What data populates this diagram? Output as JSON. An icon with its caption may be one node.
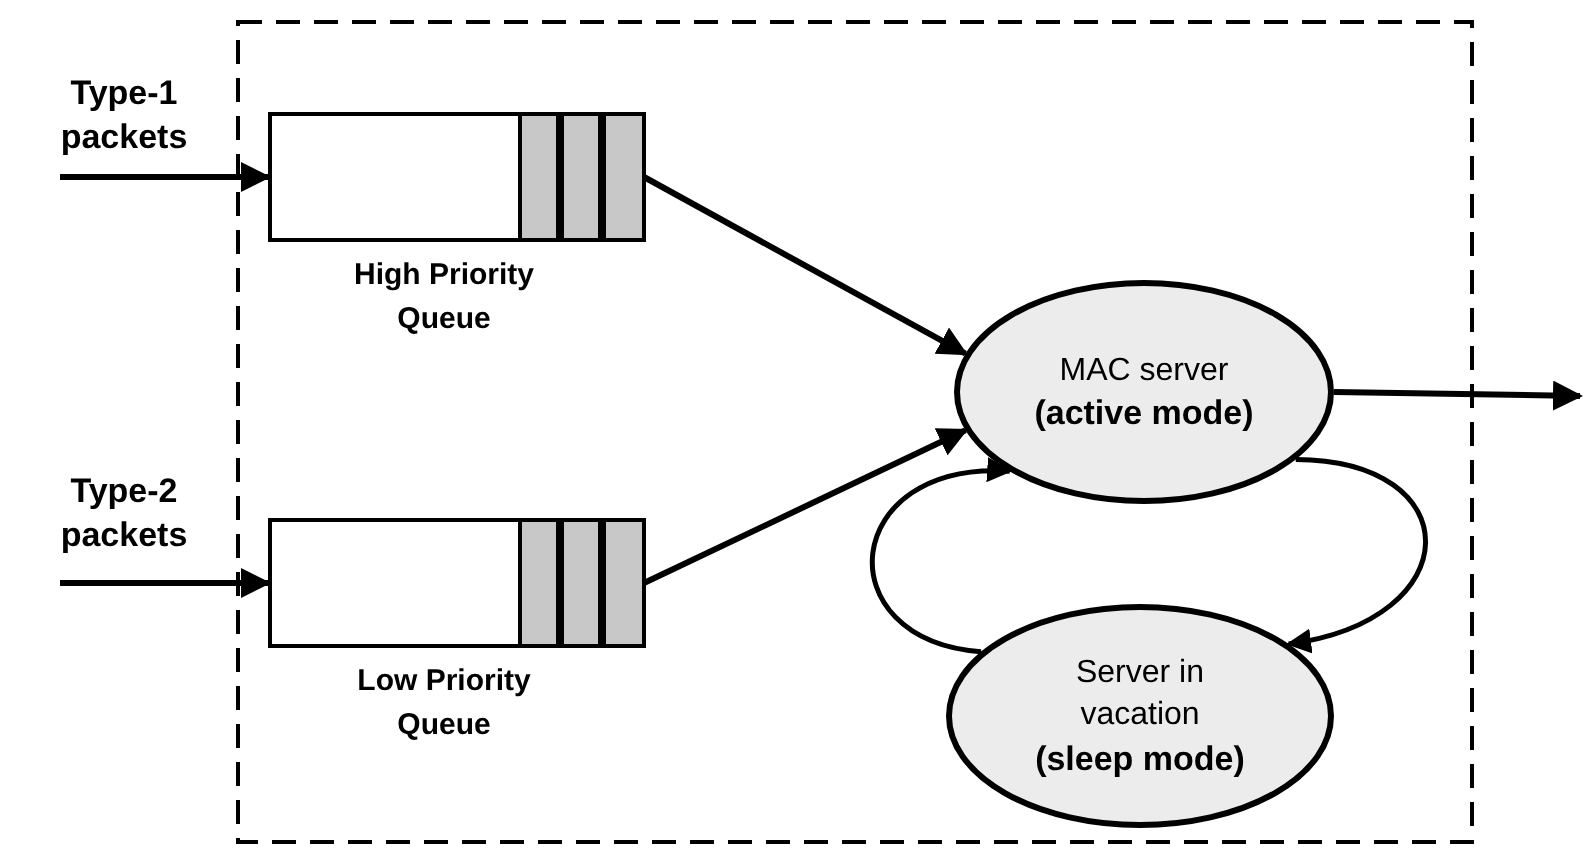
{
  "diagram": {
    "nodes": [
      {
        "text": [],
        "shape": "box"
      },
      {
        "text": [
          "Type-1 packets"
        ]
      },
      {
        "text": [
          "High Priority Queue"
        ],
        "in": 0
      },
      {
        "text": [
          "Type-2 packets"
        ]
      },
      {
        "text": [
          "Low Priority Queue"
        ],
        "in": 0
      },
      {
        "text": [
          "MAC server **(active mode)**"
        ],
        "in": 0
      },
      {
        "text": [
          "Server in vacation **(sleep mode)**"
        ],
        "in": 0
      }
    ],
    "edges": [
      {
        "from": 1,
        "to": 2,
        "arrow": "to"
      },
      {
        "from": 3,
        "to": 4,
        "arrow": "to"
      },
      {
        "from": 2,
        "to": 5,
        "arrow": "to"
      },
      {
        "from": 4,
        "to": 5,
        "arrow": "to"
      },
      {
        "from": 5,
        "to": null,
        "arrow": "to"
      },
      {
        "from": 5,
        "to": 6,
        "arrow": "to"
      },
      {
        "from": 6,
        "to": 5,
        "arrow": "to"
      }
    ]
  }
}
